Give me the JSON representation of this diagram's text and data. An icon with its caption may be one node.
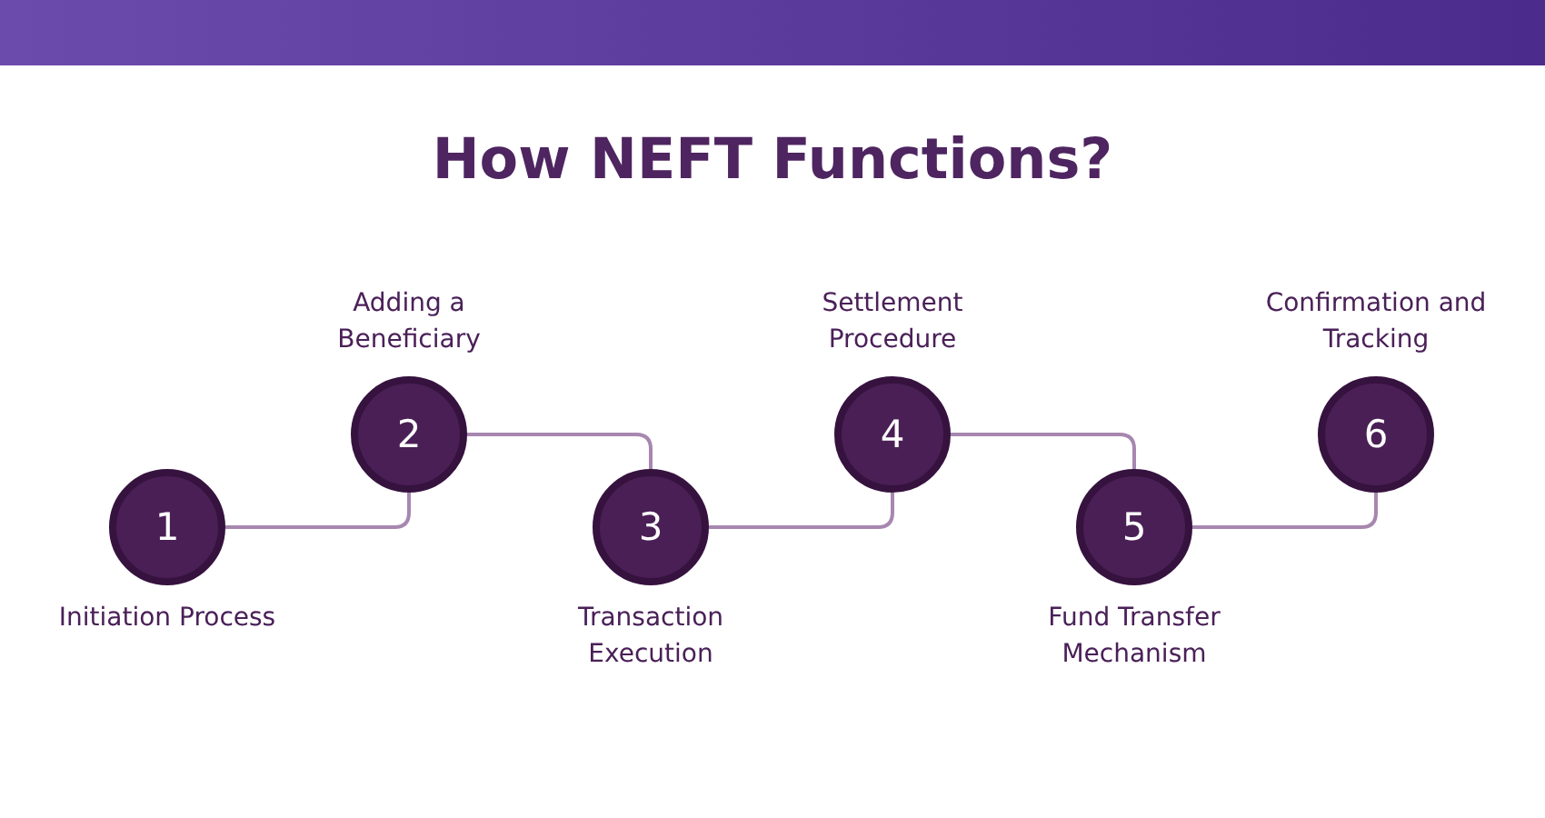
{
  "diagram": {
    "title": "How NEFT Functions?",
    "nodes": [
      {
        "text": [
          "1"
        ],
        "beside": [
          "Initiation Process"
        ]
      },
      {
        "text": [
          "2"
        ],
        "beside": [
          "Adding a Beneficiary"
        ]
      },
      {
        "text": [
          "3"
        ],
        "beside": [
          "Transaction Execution"
        ]
      },
      {
        "text": [
          "4"
        ],
        "beside": [
          "Settlement Procedure"
        ]
      },
      {
        "text": [
          "5"
        ],
        "beside": [
          "Fund Transfer Mechanism"
        ]
      },
      {
        "text": [
          "6"
        ],
        "beside": [
          "Confirmation and Tracking"
        ]
      }
    ],
    "edges": [
      {
        "from": 0,
        "to": 1,
        "arrow": "none"
      },
      {
        "from": 1,
        "to": 2,
        "arrow": "none"
      },
      {
        "from": 2,
        "to": 3,
        "arrow": "none"
      },
      {
        "from": 3,
        "to": 4,
        "arrow": "none"
      },
      {
        "from": 4,
        "to": 5,
        "arrow": "none"
      }
    ]
  }
}
